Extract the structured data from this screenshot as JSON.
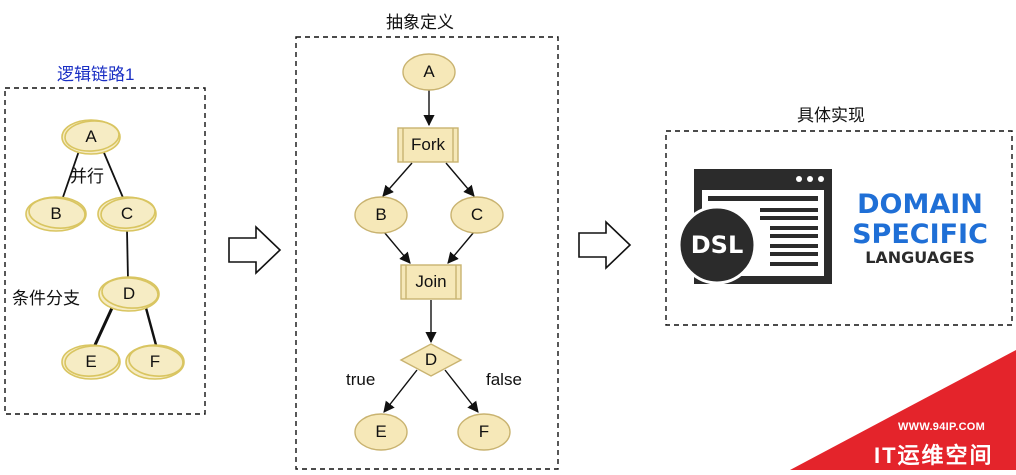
{
  "panel1": {
    "title": "逻辑链路1",
    "nodes": {
      "a": "A",
      "b": "B",
      "c": "C",
      "d": "D",
      "e": "E",
      "f": "F"
    },
    "parallel_label": "并行",
    "branch_label": "条件分支"
  },
  "panel2": {
    "title": "抽象定义",
    "nodes": {
      "a": "A",
      "fork": "Fork",
      "b": "B",
      "c": "C",
      "join": "Join",
      "d": "D",
      "e": "E",
      "f": "F"
    },
    "true_label": "true",
    "false_label": "false"
  },
  "panel3": {
    "title": "具体实现",
    "badge": "DSL",
    "line1": "DOMAIN",
    "line2": "SPECIFIC",
    "line3": "LANGUAGES"
  },
  "watermark": {
    "url": "WWW.94IP.COM",
    "brand": "IT运维空间"
  },
  "colors": {
    "node_fill": "#f6e8b8",
    "node_stroke": "#c9b370",
    "sketch_stroke": "#d9c561",
    "dsl_blue": "#1f6fd6",
    "dsl_dark": "#2b2b2b",
    "watermark_red": "#e4242b",
    "panel1_title_blue": "#1a2fc4"
  }
}
